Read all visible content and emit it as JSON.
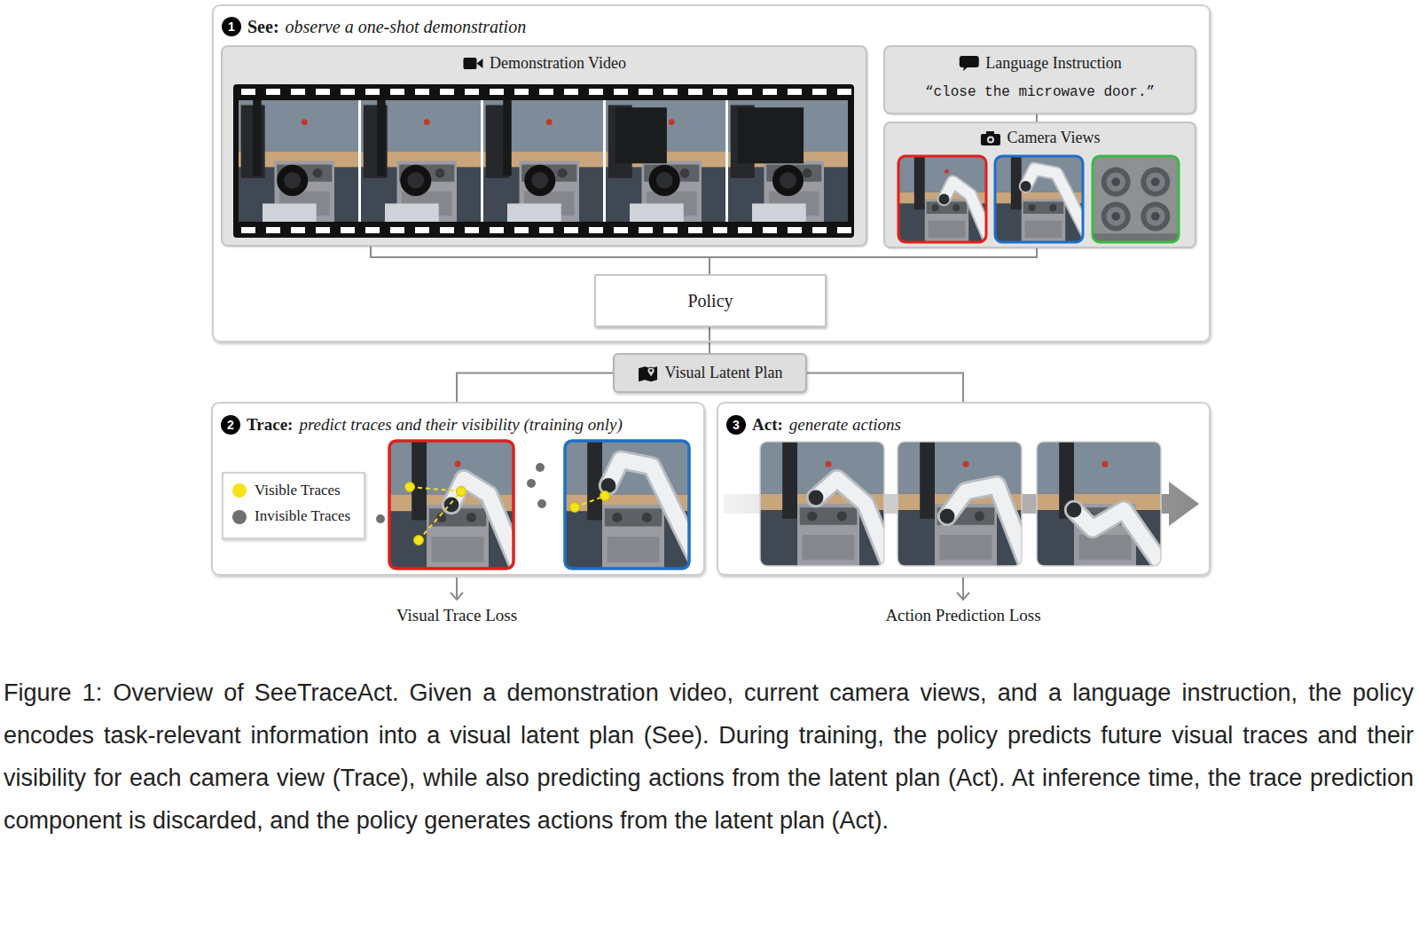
{
  "diagram": {
    "caption": "Figure 1: Overview of SeeTraceAct. Given a demonstration video, current camera views, and a language instruction, the policy encodes task-relevant information into a visual latent plan (See). During training, the policy predicts future visual traces and their visibility for each camera view (Trace), while also predicting actions from the latent plan (Act). At inference time, the trace prediction component is discarded, and the policy generates actions from the latent plan (Act).",
    "nodes": [
      {
        "text": [
          "1",
          "See:",
          "observe a one-shot demonstration"
        ]
      },
      {
        "text": [
          "Demonstration Video"
        ],
        "in": 0
      },
      {
        "text": [
          "Language Instruction",
          "“close the microwave door.”"
        ],
        "in": 0
      },
      {
        "text": [
          "Camera Views"
        ],
        "in": 0
      },
      {
        "text": [
          "Policy"
        ],
        "in": 0
      },
      {
        "text": [
          "Visual Latent Plan"
        ]
      },
      {
        "text": [
          "2",
          "Trace:",
          "predict traces and their visibility (training only)"
        ]
      },
      {
        "text": [
          "3",
          "Act:",
          "generate actions"
        ]
      }
    ],
    "edges": [
      {
        "from": 1,
        "to": 4,
        "arrow": "none"
      },
      {
        "from": 3,
        "to": 4,
        "arrow": "none"
      },
      {
        "from": 2,
        "to": 3,
        "arrow": "none"
      },
      {
        "from": 4,
        "to": 5,
        "arrow": "none"
      },
      {
        "from": 5,
        "to": 6,
        "arrow": "none"
      },
      {
        "from": 5,
        "to": 7,
        "arrow": "none"
      }
    ],
    "labels": [
      "Visual Trace Loss",
      "Action Prediction Loss"
    ],
    "legend": [
      {
        "text": "Visible Traces",
        "color": "#f5e31a"
      },
      {
        "text": "Invisible Traces",
        "color": "#707070"
      }
    ]
  }
}
